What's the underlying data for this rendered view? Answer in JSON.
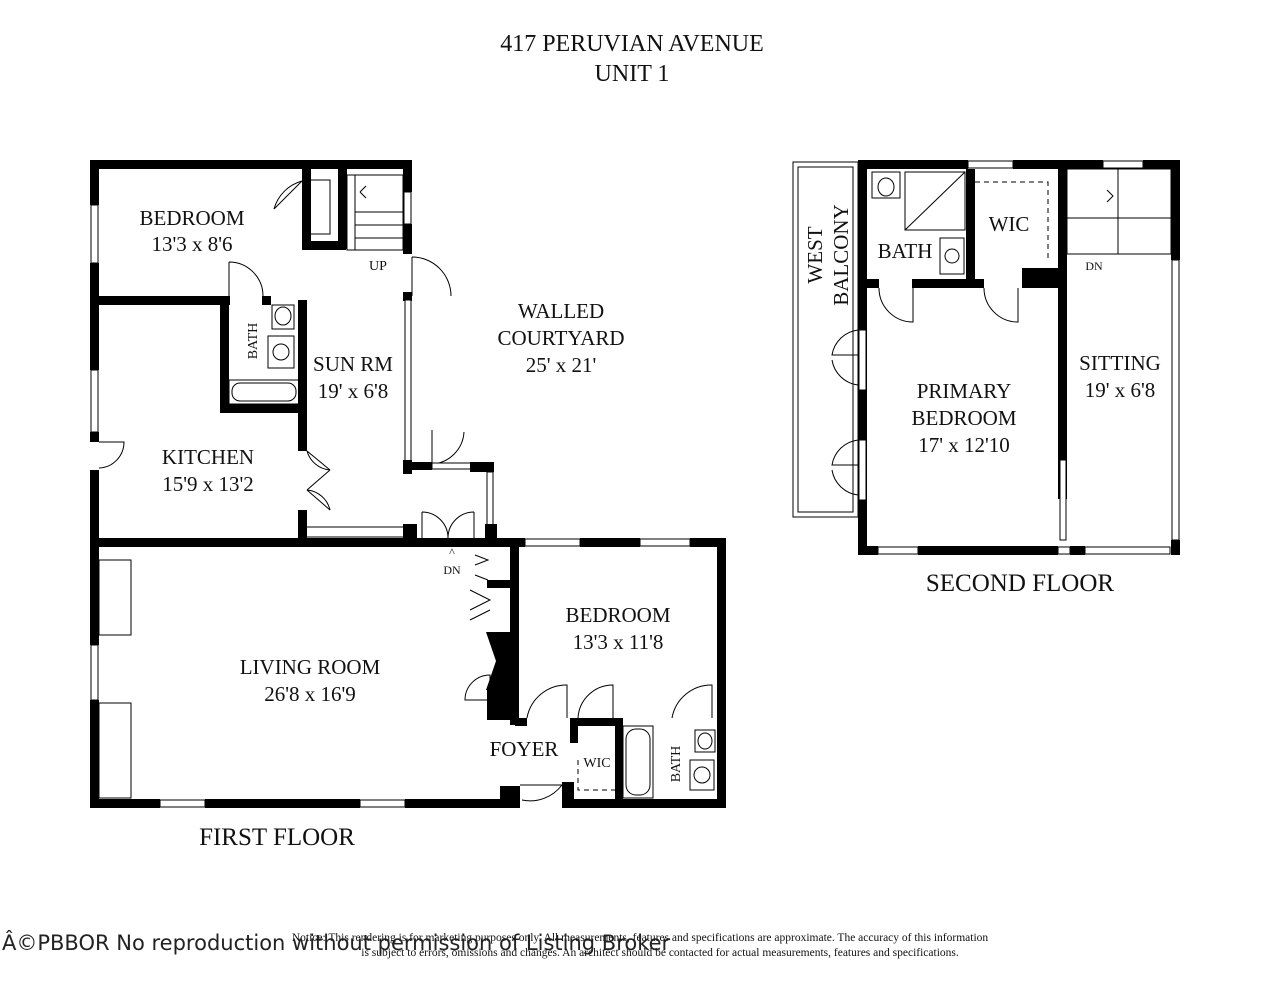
{
  "title": {
    "address": "417 PERUVIAN AVENUE",
    "unit": "UNIT 1"
  },
  "floors": {
    "first": "FIRST FLOOR",
    "second": "SECOND FLOOR"
  },
  "rooms": {
    "bedroom_nw": {
      "name": "BEDROOM",
      "size": "13'3 x 8'6"
    },
    "bath_1": {
      "name": "BATH"
    },
    "sun_rm": {
      "name": "SUN RM",
      "size": "19' x 6'8"
    },
    "courtyard": {
      "name_1": "WALLED",
      "name_2": "COURTYARD",
      "size": "25' x 21'"
    },
    "kitchen": {
      "name": "KITCHEN",
      "size": "15'9 x 13'2"
    },
    "living": {
      "name": "LIVING ROOM",
      "size": "26'8 x 16'9"
    },
    "bedroom_se": {
      "name": "BEDROOM",
      "size": "13'3 x 11'8"
    },
    "foyer": {
      "name": "FOYER"
    },
    "wic_1": {
      "name": "WIC"
    },
    "bath_2": {
      "name": "BATH"
    },
    "west_balcony": {
      "name_1": "WEST",
      "name_2": "BALCONY"
    },
    "bath_3": {
      "name": "BATH"
    },
    "wic_2": {
      "name": "WIC"
    },
    "primary": {
      "name_1": "PRIMARY",
      "name_2": "BEDROOM",
      "size": "17' x 12'10"
    },
    "sitting": {
      "name": "SITTING",
      "size": "19' x 6'8"
    }
  },
  "stairs": {
    "up": "UP",
    "dn_first": "DN",
    "dn_second": "DN"
  },
  "notice": {
    "line1": "Notice: This rendering is for marketing purposes only. All measurements, features and specifications are approximate. The accuracy of this information",
    "line2": "is subject to errors, omissions and changes. An architect should be contacted for actual measurements, features and specifications."
  },
  "watermark": "Â©PBBOR No reproduction without permission of Listing Broker"
}
